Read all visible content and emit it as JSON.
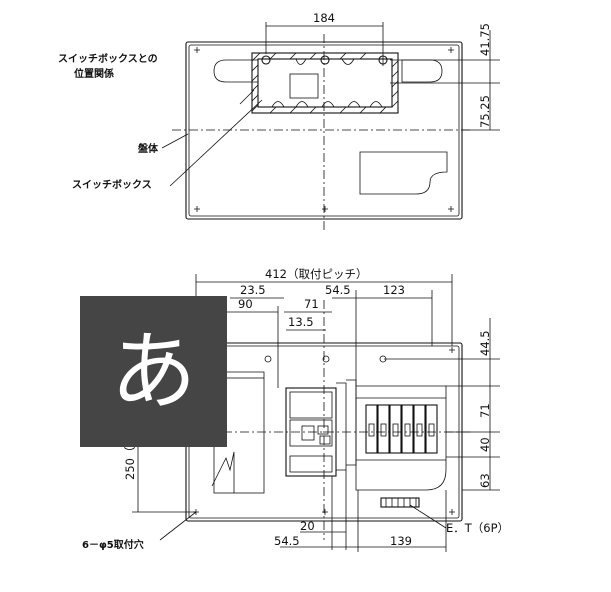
{
  "labels": {
    "switchbox_relation_line1": "スイッチボックスとの",
    "switchbox_relation_line2": "位置関係",
    "cabinet": "盤体",
    "switch_box": "スイッチボックス",
    "mount_holes": "6－φ5取付穴",
    "earth_terminal": "E．T（6P）",
    "mount_pitch": "412（取付ピッチ）",
    "vertical_pitch": "250（取付）"
  },
  "dimensions": {
    "top_width": "184",
    "top_right_upper": "41.75",
    "top_right_lower": "75.25",
    "d_23_5": "23.5",
    "d_90": "90",
    "d_71_top": "71",
    "d_13_5": "13.5",
    "d_54_5_top": "54.5",
    "d_123": "123",
    "d_44_5": "44.5",
    "d_71_right": "71",
    "d_40": "40",
    "d_63": "63",
    "d_20": "20",
    "d_54_5_bottom": "54.5",
    "d_139": "139"
  },
  "overlay": {
    "glyph": "あ",
    "background": "#454545",
    "color": "#ffffff"
  }
}
